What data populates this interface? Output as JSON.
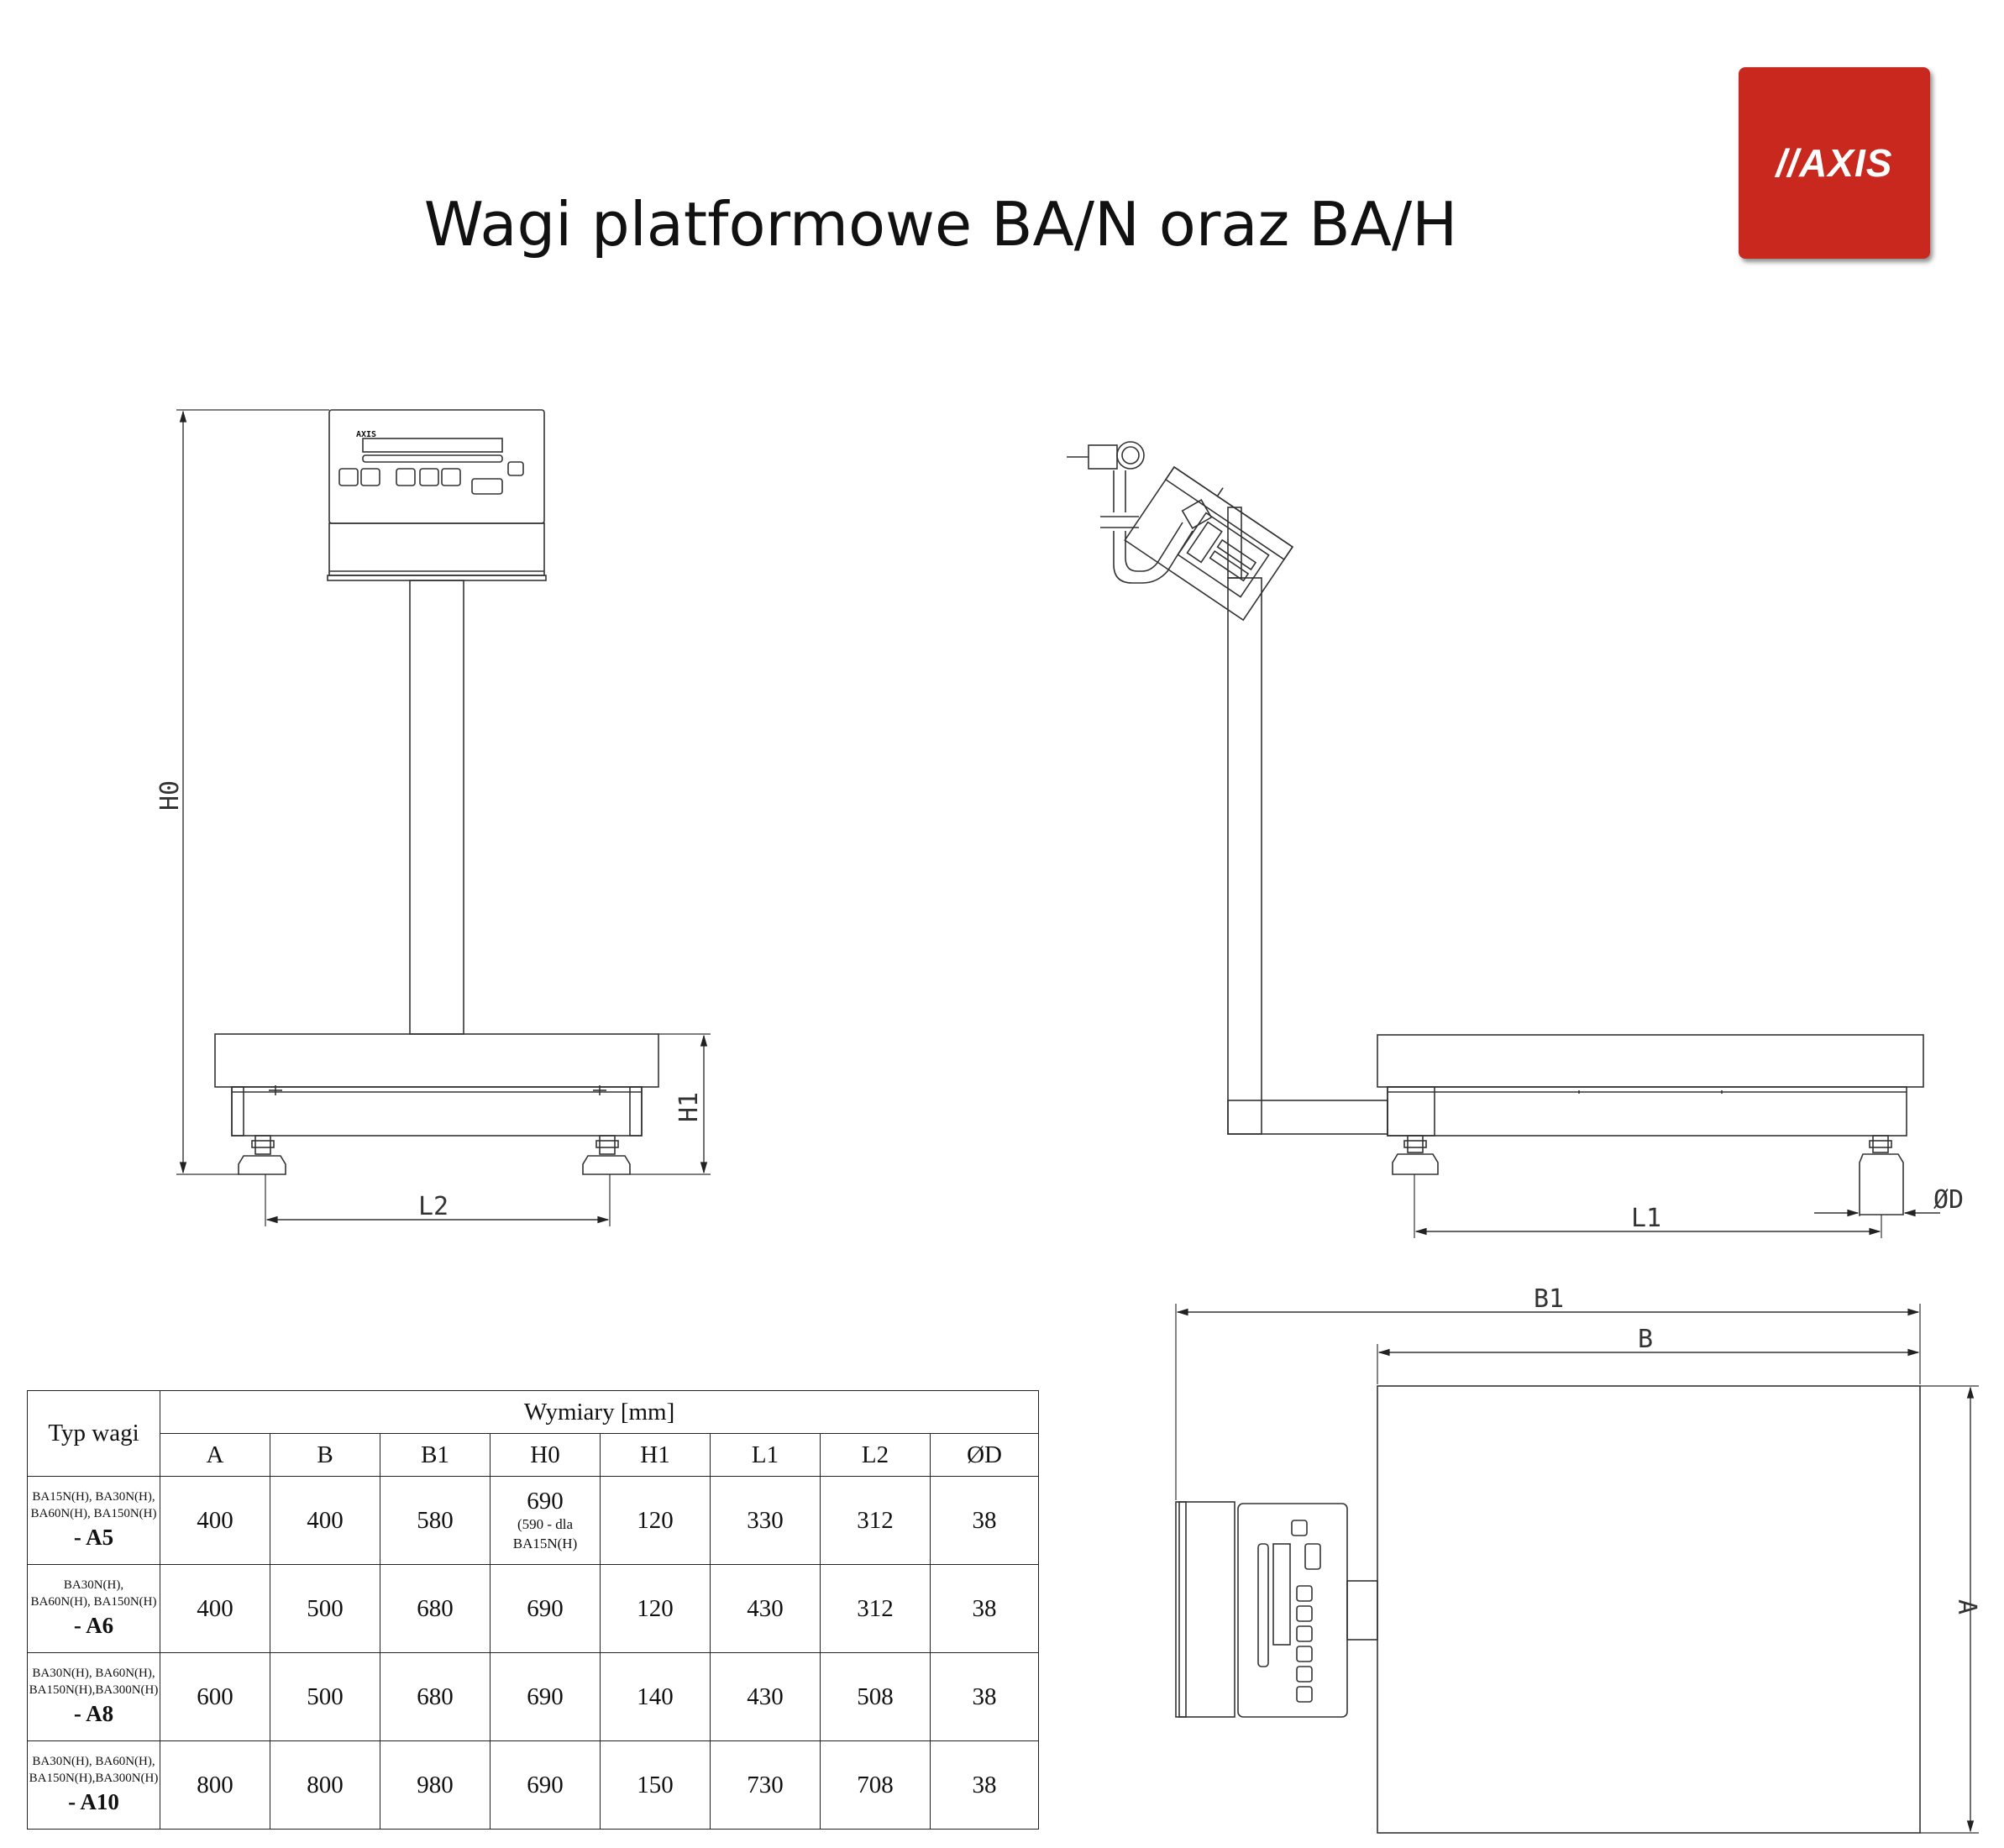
{
  "page": {
    "title": "Wagi platformowe BA/N oraz BA/H"
  },
  "logo": {
    "text": "//AXIS",
    "color": "#c8281e"
  },
  "drawing": {
    "dimension_labels": {
      "h0": "H0",
      "h1": "H1",
      "l1": "L1",
      "l2": "L2",
      "d": "ØD",
      "b": "B",
      "b1": "B1",
      "a": "A"
    },
    "indicator_brand": "AXIS"
  },
  "table": {
    "model_header": "Typ wagi",
    "group_header": "Wymiary [mm]",
    "columns": [
      "A",
      "B",
      "B1",
      "H0",
      "H1",
      "L1",
      "L2",
      "ØD"
    ],
    "rows": [
      {
        "models": [
          "BA15N(H), BA30N(H),",
          "BA60N(H), BA150N(H)"
        ],
        "code": "- A5",
        "a": "400",
        "b": "400",
        "b1": "580",
        "h0": "690",
        "h0_note": [
          "(590 - dla",
          "BA15N(H)"
        ],
        "h1": "120",
        "l1": "330",
        "l2": "312",
        "d": "38"
      },
      {
        "models": [
          "BA30N(H),",
          "BA60N(H), BA150N(H)"
        ],
        "code": "- A6",
        "a": "400",
        "b": "500",
        "b1": "680",
        "h0": "690",
        "h1": "120",
        "l1": "430",
        "l2": "312",
        "d": "38"
      },
      {
        "models": [
          "BA30N(H), BA60N(H),",
          "BA150N(H),BA300N(H)"
        ],
        "code": "- A8",
        "a": "600",
        "b": "500",
        "b1": "680",
        "h0": "690",
        "h1": "140",
        "l1": "430",
        "l2": "508",
        "d": "38"
      },
      {
        "models": [
          "BA30N(H), BA60N(H),",
          "BA150N(H),BA300N(H)"
        ],
        "code": "- A10",
        "a": "800",
        "b": "800",
        "b1": "980",
        "h0": "690",
        "h1": "150",
        "l1": "730",
        "l2": "708",
        "d": "38"
      }
    ]
  }
}
